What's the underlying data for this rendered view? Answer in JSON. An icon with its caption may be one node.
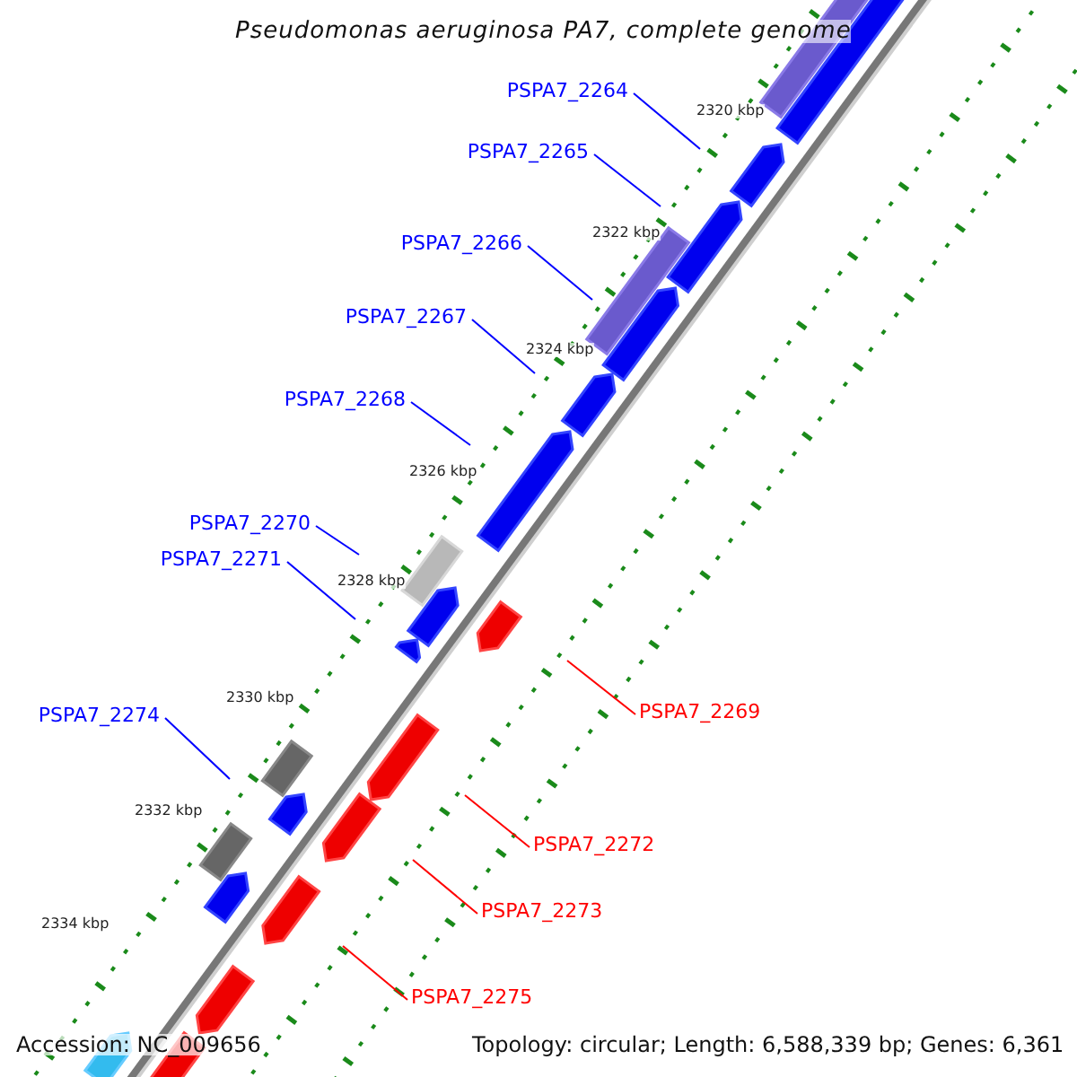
{
  "diagram": {
    "title": "Pseudomonas aeruginosa PA7, complete genome",
    "nodes": [
      {
        "text": [
          "PSPA7_2264"
        ]
      },
      {
        "text": [
          "PSPA7_2265"
        ]
      },
      {
        "text": [
          "PSPA7_2266"
        ]
      },
      {
        "text": [
          "PSPA7_2267"
        ]
      },
      {
        "text": [
          "PSPA7_2268"
        ]
      },
      {
        "text": [
          "PSPA7_2270"
        ]
      },
      {
        "text": [
          "PSPA7_2271"
        ]
      },
      {
        "text": [
          "PSPA7_2269"
        ]
      },
      {
        "text": [
          "PSPA7_2274"
        ]
      },
      {
        "text": [
          "PSPA7_2272"
        ]
      },
      {
        "text": [
          "PSPA7_2273"
        ]
      },
      {
        "text": [
          "PSPA7_2275"
        ]
      }
    ],
    "edges": [
      {
        "from": 0,
        "to": null,
        "arrow": "none"
      },
      {
        "from": 1,
        "to": null,
        "arrow": "none"
      },
      {
        "from": 2,
        "to": null,
        "arrow": "none"
      },
      {
        "from": 3,
        "to": null,
        "arrow": "none"
      },
      {
        "from": 4,
        "to": null,
        "arrow": "none"
      },
      {
        "from": 5,
        "to": null,
        "arrow": "none"
      },
      {
        "from": 6,
        "to": null,
        "arrow": "none"
      },
      {
        "from": 7,
        "to": null,
        "arrow": "none",
        "color": "#ff0000"
      },
      {
        "from": 8,
        "to": null,
        "arrow": "none"
      },
      {
        "from": 9,
        "to": null,
        "arrow": "none",
        "color": "#ff0000"
      },
      {
        "from": 10,
        "to": null,
        "arrow": "none",
        "color": "#ff0000"
      },
      {
        "from": 11,
        "to": null,
        "arrow": "none",
        "color": "#ff0000"
      }
    ],
    "labels": [
      "2320 kbp",
      "2322 kbp",
      "2324 kbp",
      "2326 kbp",
      "2328 kbp",
      "2330 kbp",
      "2332 kbp",
      "2334 kbp",
      "Accession: NC_009656",
      "Topology: circular; Length: 6,588,339 bp; Genes: 6,361"
    ]
  }
}
